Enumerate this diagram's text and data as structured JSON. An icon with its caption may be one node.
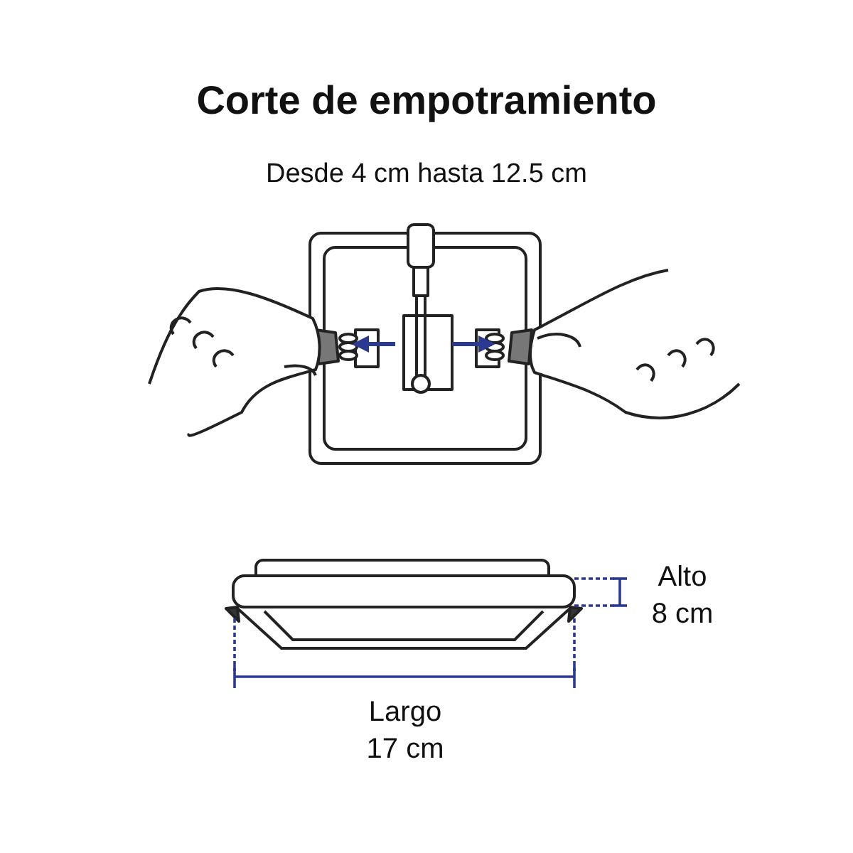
{
  "diagram": {
    "title": "Corte de empotramiento",
    "labels": [
      "Desde 4 cm hasta 12.5 cm",
      "Alto 8 cm",
      "Largo 17 cm"
    ]
  }
}
